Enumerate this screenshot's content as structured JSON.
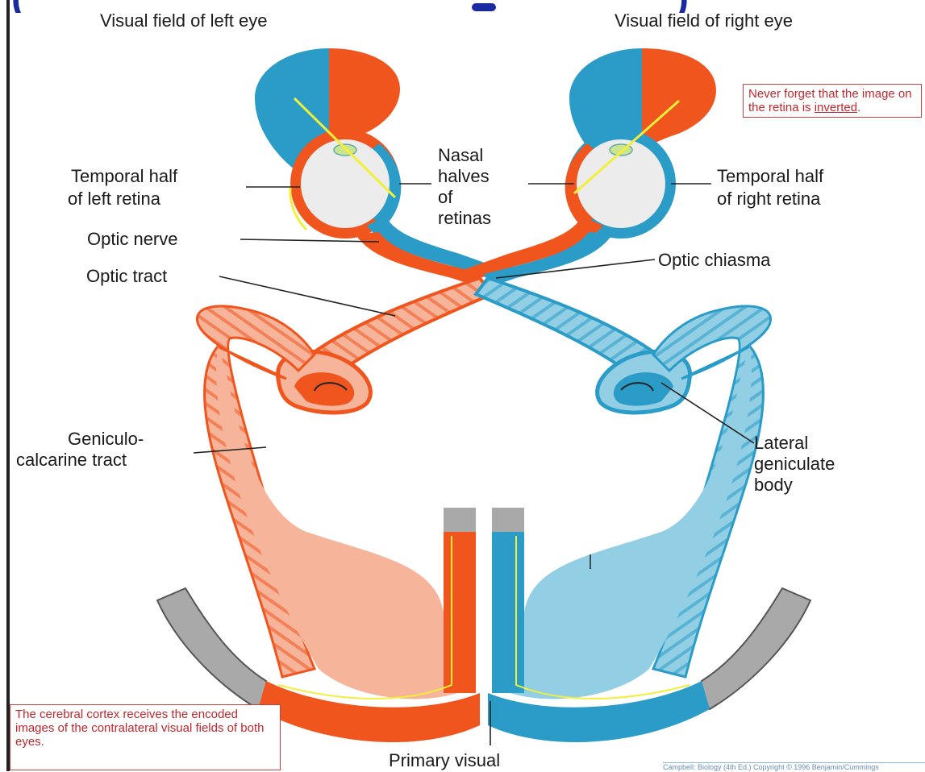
{
  "header_fragment": {
    "left": "(",
    "right": ")"
  },
  "labels": {
    "visual_field_left": "Visual field of left eye",
    "visual_field_right": "Visual field of right eye",
    "temporal_left_1": "Temporal half",
    "temporal_left_2": "of left retina",
    "nasal_1": "Nasal",
    "nasal_2": "halves",
    "nasal_3": "of",
    "nasal_4": "retinas",
    "temporal_right_1": "Temporal half",
    "temporal_right_2": "of right retina",
    "optic_nerve": "Optic nerve",
    "optic_chiasma": "Optic chiasma",
    "optic_tract": "Optic tract",
    "geniculo_1": "Geniculo-",
    "geniculo_2": "calcarine tract",
    "lateral_1": "Lateral",
    "lateral_2": "geniculate",
    "lateral_3": "body",
    "primary_visual": "Primary visual"
  },
  "notes": {
    "inverted": {
      "pre": "Never forget that the image on the retina is ",
      "emph": "inverted",
      "post": "."
    },
    "cortex": "The cerebral cortex receives the encoded images of the contralateral visual fields of both eyes."
  },
  "credit": "Campbell: Biology (4th Ed.) Copyright © 1996 Benjamin/Cummings",
  "colors": {
    "orange": "#f0551e",
    "orange_light": "#f6b49a",
    "blue": "#2a9cc7",
    "blue_light": "#92cfe5",
    "yellow": "#f2ef3a",
    "gray": "#a9a9a9",
    "header_blue": "#1a2aa0",
    "note_red": "#c2272d"
  }
}
